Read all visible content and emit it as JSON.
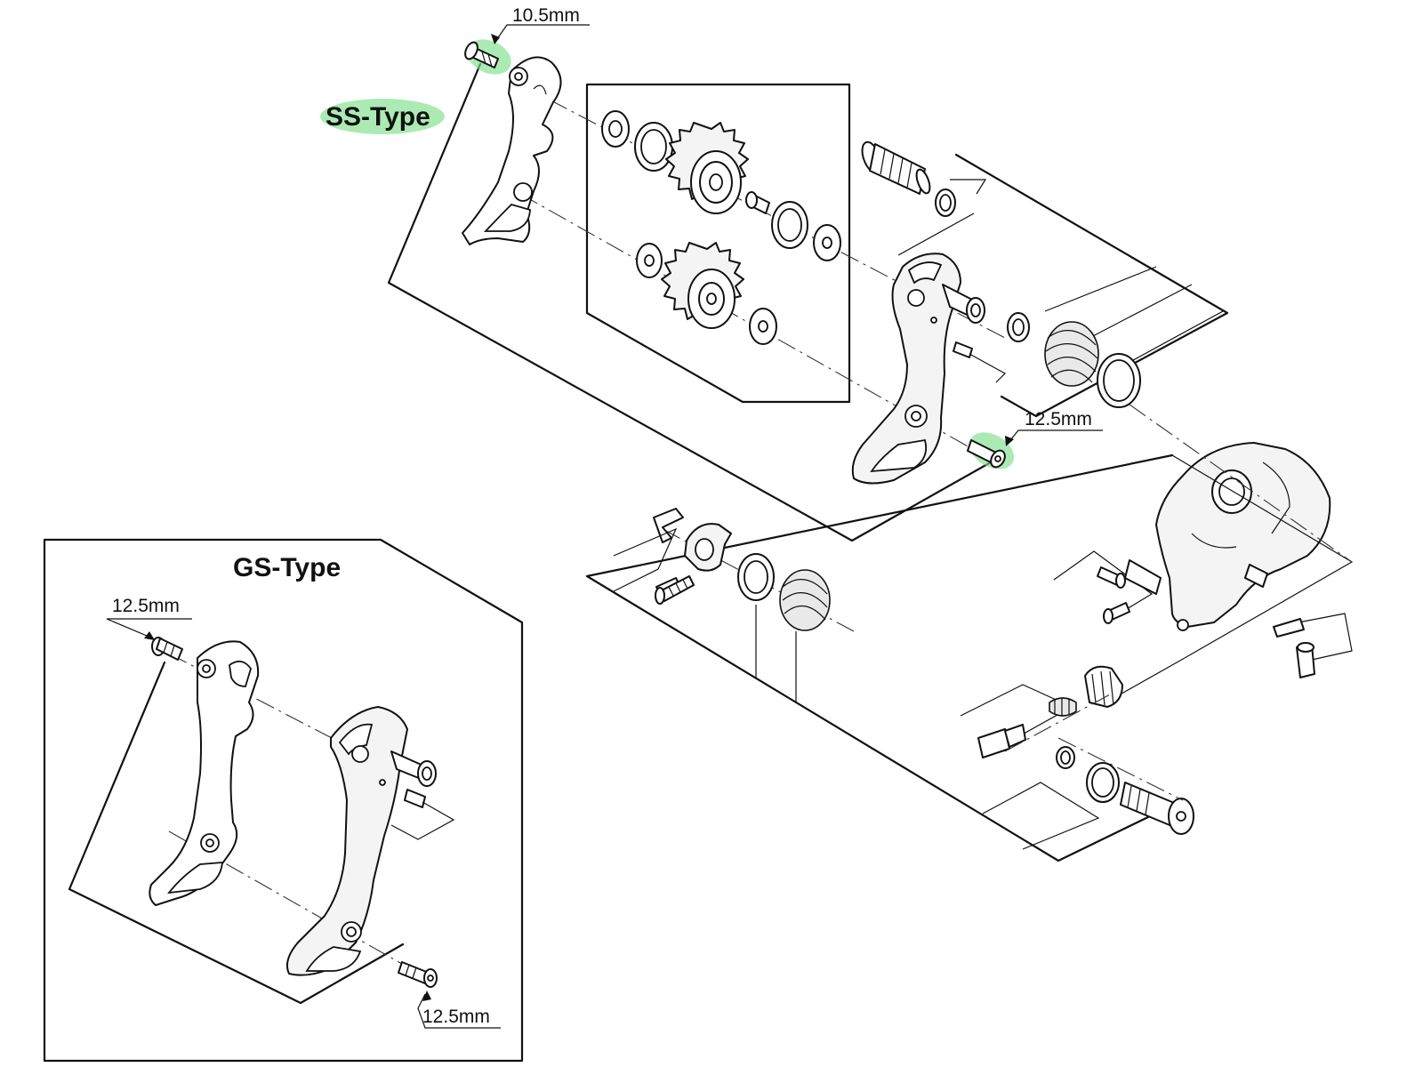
{
  "labels": {
    "ss_type": "SS-Type",
    "gs_type": "GS-Type",
    "ss_upper_bolt": "10.5mm",
    "ss_lower_bolt": "12.5mm",
    "gs_upper_bolt": "12.5mm",
    "gs_lower_bolt": "12.5mm"
  },
  "colors": {
    "highlight": "#7ee08a",
    "line": "#111111"
  }
}
